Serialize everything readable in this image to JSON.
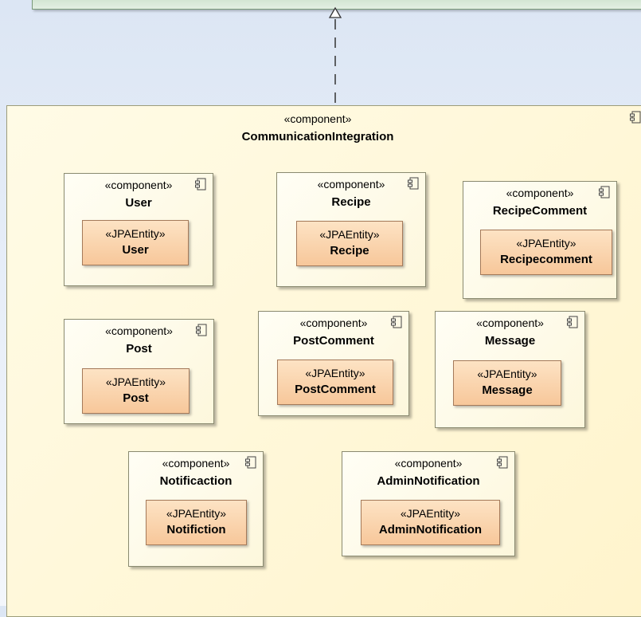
{
  "container": {
    "stereotype": "«component»",
    "name": "CommunicationIntegration"
  },
  "components": [
    {
      "stereotype": "«component»",
      "name": "User",
      "entity": {
        "stereotype": "«JPAEntity»",
        "name": "User"
      }
    },
    {
      "stereotype": "«component»",
      "name": "Recipe",
      "entity": {
        "stereotype": "«JPAEntity»",
        "name": "Recipe"
      }
    },
    {
      "stereotype": "«component»",
      "name": "RecipeComment",
      "entity": {
        "stereotype": "«JPAEntity»",
        "name": "Recipecomment"
      }
    },
    {
      "stereotype": "«component»",
      "name": "Post",
      "entity": {
        "stereotype": "«JPAEntity»",
        "name": "Post"
      }
    },
    {
      "stereotype": "«component»",
      "name": "PostComment",
      "entity": {
        "stereotype": "«JPAEntity»",
        "name": "PostComment"
      }
    },
    {
      "stereotype": "«component»",
      "name": "Message",
      "entity": {
        "stereotype": "«JPAEntity»",
        "name": "Message"
      }
    },
    {
      "stereotype": "«component»",
      "name": "Notificaction",
      "entity": {
        "stereotype": "«JPAEntity»",
        "name": "Notifiction"
      }
    },
    {
      "stereotype": "«component»",
      "name": "AdminNotification",
      "entity": {
        "stereotype": "«JPAEntity»",
        "name": "AdminNotification"
      }
    }
  ],
  "colors": {
    "background": "#dce6f4",
    "container_fill": "#fff4cc",
    "entity_fill": "#f7c79a",
    "top_box_fill": "#cfe3cf"
  },
  "icons": [
    "component-icon",
    "realization-arrow-icon"
  ]
}
